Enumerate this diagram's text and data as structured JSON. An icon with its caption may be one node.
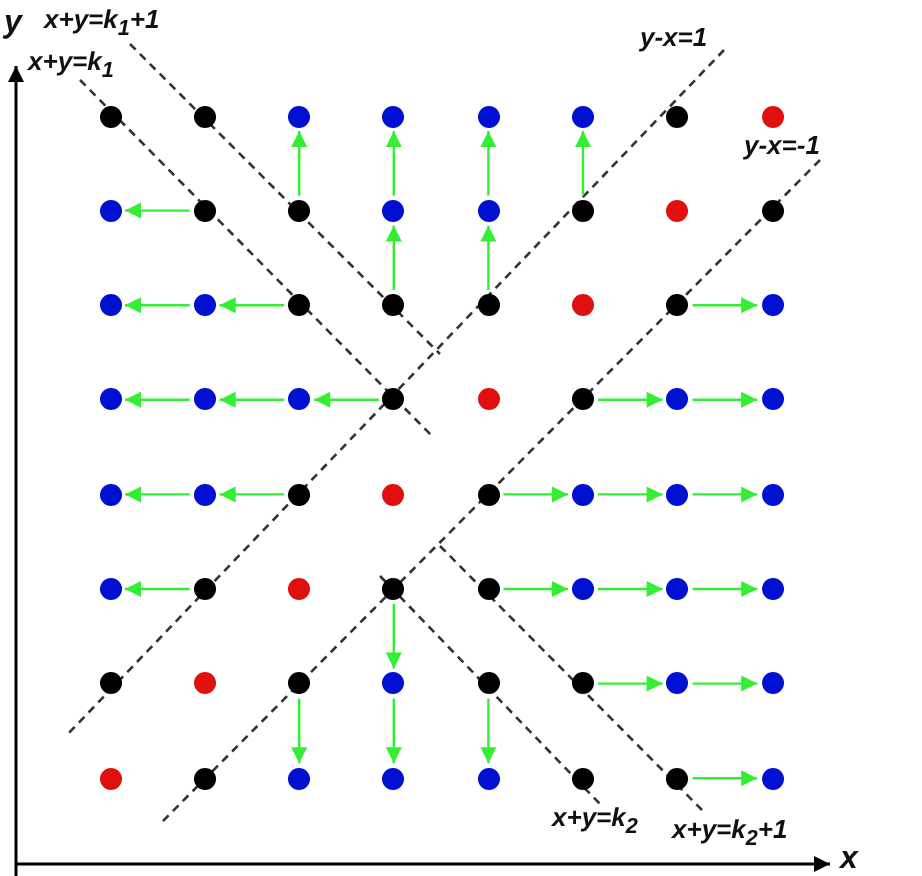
{
  "diagram": {
    "nodes": [
      {
        "text": [],
        "shape": "circle"
      },
      {
        "text": [],
        "shape": "circle"
      },
      {
        "text": [],
        "shape": "circle"
      },
      {
        "text": [],
        "shape": "circle"
      },
      {
        "text": [],
        "shape": "circle"
      },
      {
        "text": [],
        "shape": "circle"
      },
      {
        "text": [],
        "shape": "circle"
      },
      {
        "text": [],
        "shape": "circle"
      },
      {
        "text": [],
        "shape": "circle"
      },
      {
        "text": [],
        "shape": "circle"
      },
      {
        "text": [],
        "shape": "circle"
      },
      {
        "text": [],
        "shape": "circle"
      },
      {
        "text": [],
        "shape": "circle"
      },
      {
        "text": [],
        "shape": "circle"
      },
      {
        "text": [],
        "shape": "circle"
      },
      {
        "text": [],
        "shape": "circle"
      },
      {
        "text": [],
        "shape": "circle"
      },
      {
        "text": [],
        "shape": "circle"
      },
      {
        "text": [],
        "shape": "circle"
      },
      {
        "text": [],
        "shape": "circle"
      },
      {
        "text": [],
        "shape": "circle"
      },
      {
        "text": [],
        "shape": "circle"
      },
      {
        "text": [],
        "shape": "circle"
      },
      {
        "text": [],
        "shape": "circle"
      },
      {
        "text": [],
        "shape": "circle"
      },
      {
        "text": [],
        "shape": "circle"
      },
      {
        "text": [],
        "shape": "circle"
      },
      {
        "text": [],
        "shape": "circle"
      },
      {
        "text": [],
        "shape": "circle"
      },
      {
        "text": [],
        "shape": "circle"
      },
      {
        "text": [],
        "shape": "circle"
      },
      {
        "text": [],
        "shape": "circle"
      },
      {
        "text": [],
        "shape": "circle"
      },
      {
        "text": [],
        "shape": "circle"
      },
      {
        "text": [],
        "shape": "circle"
      },
      {
        "text": [],
        "shape": "circle"
      },
      {
        "text": [],
        "shape": "circle"
      },
      {
        "text": [],
        "shape": "circle"
      },
      {
        "text": [],
        "shape": "circle"
      },
      {
        "text": [],
        "shape": "circle"
      },
      {
        "text": [],
        "shape": "circle"
      },
      {
        "text": [],
        "shape": "circle"
      },
      {
        "text": [],
        "shape": "circle"
      },
      {
        "text": [],
        "shape": "circle"
      },
      {
        "text": [],
        "shape": "circle"
      },
      {
        "text": [],
        "shape": "circle"
      },
      {
        "text": [],
        "shape": "circle"
      },
      {
        "text": [],
        "shape": "circle"
      },
      {
        "text": [],
        "shape": "circle"
      },
      {
        "text": [],
        "shape": "circle"
      },
      {
        "text": [],
        "shape": "circle"
      },
      {
        "text": [],
        "shape": "circle"
      },
      {
        "text": [],
        "shape": "circle"
      },
      {
        "text": [],
        "shape": "circle"
      },
      {
        "text": [],
        "shape": "circle"
      },
      {
        "text": [],
        "shape": "circle"
      },
      {
        "text": [],
        "shape": "circle"
      },
      {
        "text": [],
        "shape": "circle"
      },
      {
        "text": [],
        "shape": "circle"
      },
      {
        "text": [],
        "shape": "circle"
      },
      {
        "text": [],
        "shape": "circle"
      },
      {
        "text": [],
        "shape": "circle"
      },
      {
        "text": [],
        "shape": "circle"
      },
      {
        "text": [],
        "shape": "circle"
      }
    ],
    "edges": [
      {
        "from": 10,
        "to": 2,
        "arrow": "to"
      },
      {
        "from": 19,
        "to": 11,
        "arrow": "to"
      },
      {
        "from": 11,
        "to": 3,
        "arrow": "to"
      },
      {
        "from": 20,
        "to": 12,
        "arrow": "to"
      },
      {
        "from": 12,
        "to": 4,
        "arrow": "to"
      },
      {
        "from": 13,
        "to": 5,
        "arrow": "to"
      },
      {
        "from": 9,
        "to": 8,
        "arrow": "to"
      },
      {
        "from": 18,
        "to": 17,
        "arrow": "to"
      },
      {
        "from": 17,
        "to": 16,
        "arrow": "to"
      },
      {
        "from": 22,
        "to": 23,
        "arrow": "to"
      },
      {
        "from": 27,
        "to": 26,
        "arrow": "to"
      },
      {
        "from": 26,
        "to": 25,
        "arrow": "to"
      },
      {
        "from": 25,
        "to": 24,
        "arrow": "to"
      },
      {
        "from": 29,
        "to": 30,
        "arrow": "to"
      },
      {
        "from": 30,
        "to": 31,
        "arrow": "to"
      },
      {
        "from": 34,
        "to": 33,
        "arrow": "to"
      },
      {
        "from": 33,
        "to": 32,
        "arrow": "to"
      },
      {
        "from": 36,
        "to": 37,
        "arrow": "to"
      },
      {
        "from": 37,
        "to": 38,
        "arrow": "to"
      },
      {
        "from": 38,
        "to": 39,
        "arrow": "to"
      },
      {
        "from": 41,
        "to": 40,
        "arrow": "to"
      },
      {
        "from": 44,
        "to": 45,
        "arrow": "to"
      },
      {
        "from": 45,
        "to": 46,
        "arrow": "to"
      },
      {
        "from": 46,
        "to": 47,
        "arrow": "to"
      },
      {
        "from": 43,
        "to": 51,
        "arrow": "to"
      },
      {
        "from": 50,
        "to": 58,
        "arrow": "to"
      },
      {
        "from": 51,
        "to": 59,
        "arrow": "to"
      },
      {
        "from": 52,
        "to": 60,
        "arrow": "to"
      },
      {
        "from": 53,
        "to": 54,
        "arrow": "to"
      },
      {
        "from": 54,
        "to": 55,
        "arrow": "to"
      },
      {
        "from": 62,
        "to": 63,
        "arrow": "to"
      }
    ],
    "labels": [
      "y",
      "x+y=k$_{1}$+1",
      "x+y=k$_{1}$",
      "y-x=1",
      "y-x=-1",
      "x+y=k$_{2}$",
      "x+y=k$_{2}$+1",
      "x"
    ]
  }
}
